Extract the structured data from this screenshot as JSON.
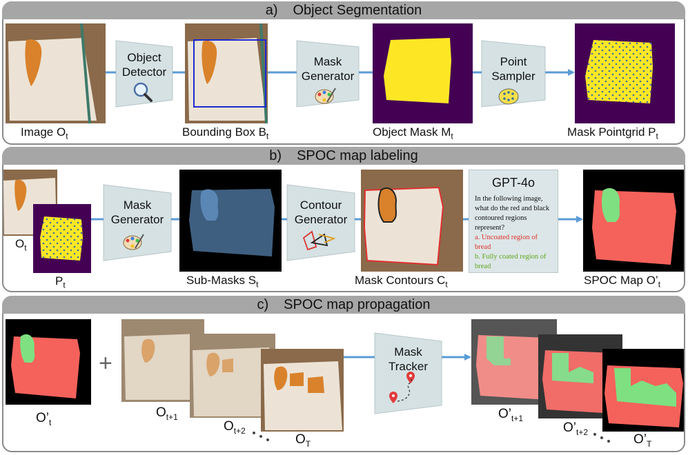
{
  "sections": {
    "a": {
      "letter": "a)",
      "title": "Object Segmentation"
    },
    "b": {
      "letter": "b)",
      "title": "SPOC map labeling"
    },
    "c": {
      "letter": "c)",
      "title": "SPOC map propagation"
    }
  },
  "section_a": {
    "image_label": {
      "main": "Image O",
      "sub": "t"
    },
    "bbox_label": {
      "main": "Bounding Box B",
      "sub": "t"
    },
    "mask_label": {
      "main": "Object Mask M",
      "sub": "t"
    },
    "pointgrid_label": {
      "main": "Mask Pointgrid P",
      "sub": "t"
    },
    "detector": {
      "line1": "Object",
      "line2": "Detector"
    },
    "mask_gen": {
      "line1": "Mask",
      "line2": "Generator"
    },
    "sampler": {
      "line1": "Point",
      "line2": "Sampler"
    }
  },
  "section_b": {
    "ot_label": {
      "main": "O",
      "sub": "t"
    },
    "pt_label": {
      "main": "P",
      "sub": "t"
    },
    "mask_gen": {
      "line1": "Mask",
      "line2": "Generator"
    },
    "submasks_label": {
      "main": "Sub-Masks S",
      "sub": "t"
    },
    "contour_gen": {
      "line1": "Contour",
      "line2": "Generator"
    },
    "contours_label": {
      "main": "Mask Contours C",
      "sub": "t"
    },
    "gpt": {
      "title": "GPT-4o",
      "question": "In the following image, what do the red and black contoured regions represent?",
      "answer_a": "a. Uncoated region of bread",
      "answer_b": "b. Fully coated region of bread"
    },
    "spoc_label": {
      "main": "SPOC Map O’",
      "sub": "t"
    }
  },
  "section_c": {
    "o_prime_t": {
      "main": "O’",
      "sub": "t"
    },
    "plus": "+",
    "o_t1": {
      "main": "O",
      "sub": "t+1"
    },
    "o_t2": {
      "main": "O",
      "sub": "t+2"
    },
    "o_T": {
      "main": "O",
      "sub": "T"
    },
    "tracker": {
      "line1": "Mask",
      "line2": "Tracker"
    },
    "op_t1": {
      "main": "O’",
      "sub": "t+1"
    },
    "op_t2": {
      "main": "O’",
      "sub": "t+2"
    },
    "op_T": {
      "main": "O’",
      "sub": "T"
    }
  },
  "colors": {
    "header": "#a6a6a6",
    "module_fill": "#d5e1e3",
    "arrow": "#5b9bd5",
    "mask_bg": "#440154",
    "mask_yellow": "#fde725",
    "spoc_red": "#f5625b",
    "spoc_green": "#7ee081",
    "gpt_red": "#e0312a",
    "gpt_green": "#5fa61a"
  }
}
